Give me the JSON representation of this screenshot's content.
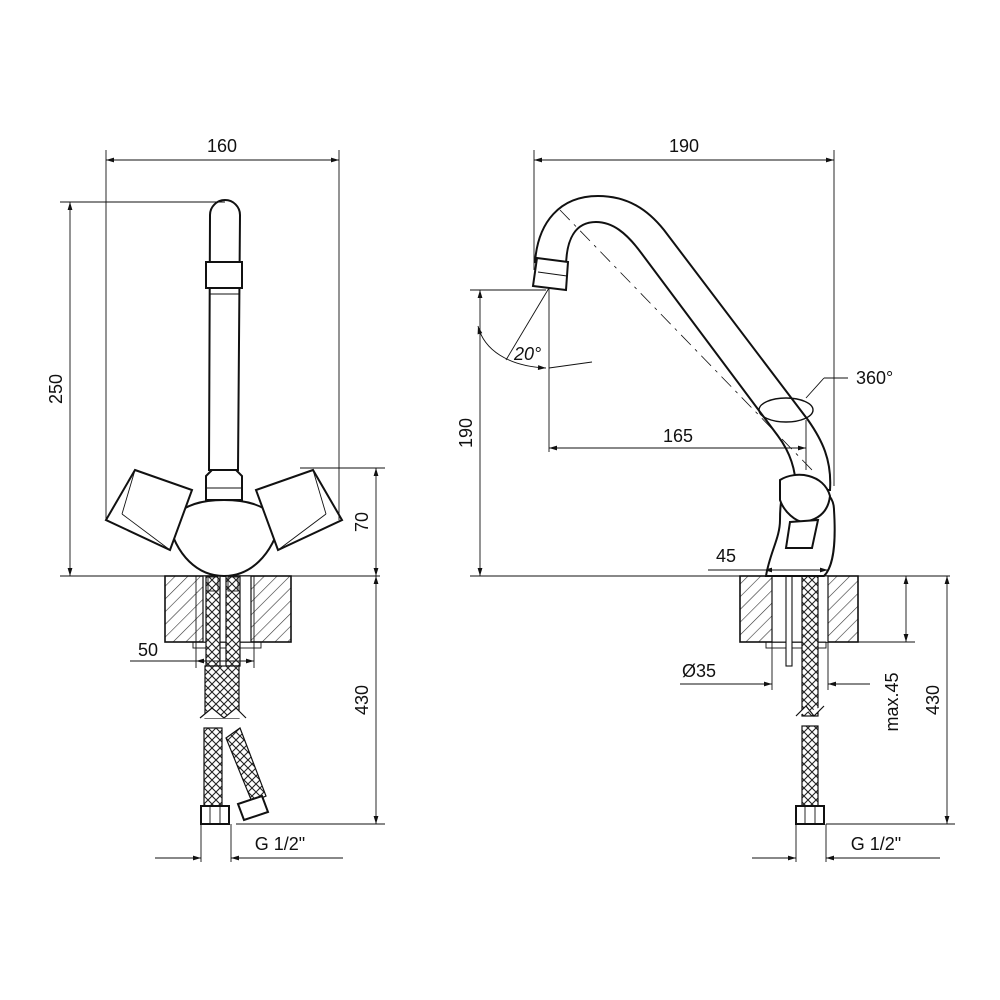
{
  "front_view": {
    "width": "160",
    "height": "250",
    "handle_height": "70",
    "mount_spacing": "50",
    "hose_length": "430",
    "thread": "G 1/2\""
  },
  "side_view": {
    "width": "190",
    "height": "190",
    "reach": "165",
    "tilt": "20°",
    "rotation": "360°",
    "base": "45",
    "hole": "Ø35",
    "counter_thickness": "max.45",
    "hose_length": "430",
    "thread": "G 1/2\""
  }
}
